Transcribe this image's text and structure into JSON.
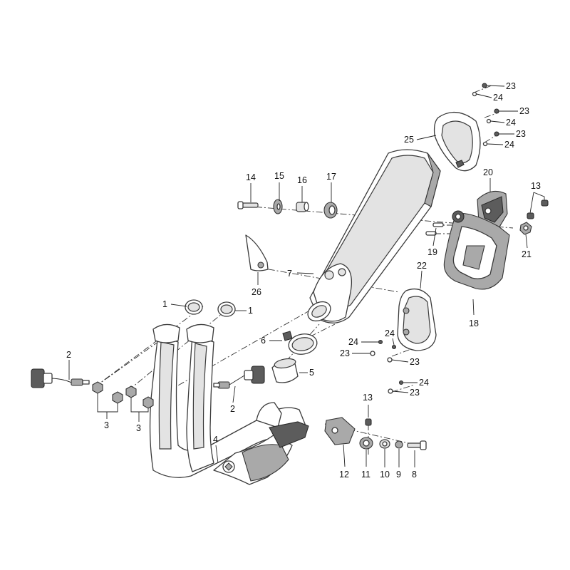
{
  "callouts": {
    "c1a": "1",
    "c1b": "1",
    "c2a": "2",
    "c2b": "2",
    "c3a": "3",
    "c3b": "3",
    "c4": "4",
    "c5": "5",
    "c6": "6",
    "c7": "7",
    "c8": "8",
    "c9": "9",
    "c10": "10",
    "c11": "11",
    "c12": "12",
    "c13a": "13",
    "c13b": "13",
    "c14": "14",
    "c15": "15",
    "c16": "16",
    "c17": "17",
    "c18": "18",
    "c19": "19",
    "c20": "20",
    "c21": "21",
    "c22": "22",
    "c23a": "23",
    "c23b": "23",
    "c23c": "23",
    "c23d": "23",
    "c23e": "23",
    "c23f": "23",
    "c24a": "24",
    "c24b": "24",
    "c24c": "24",
    "c24d": "24",
    "c24e": "24",
    "c24f": "24",
    "c25": "25",
    "c26": "26"
  }
}
